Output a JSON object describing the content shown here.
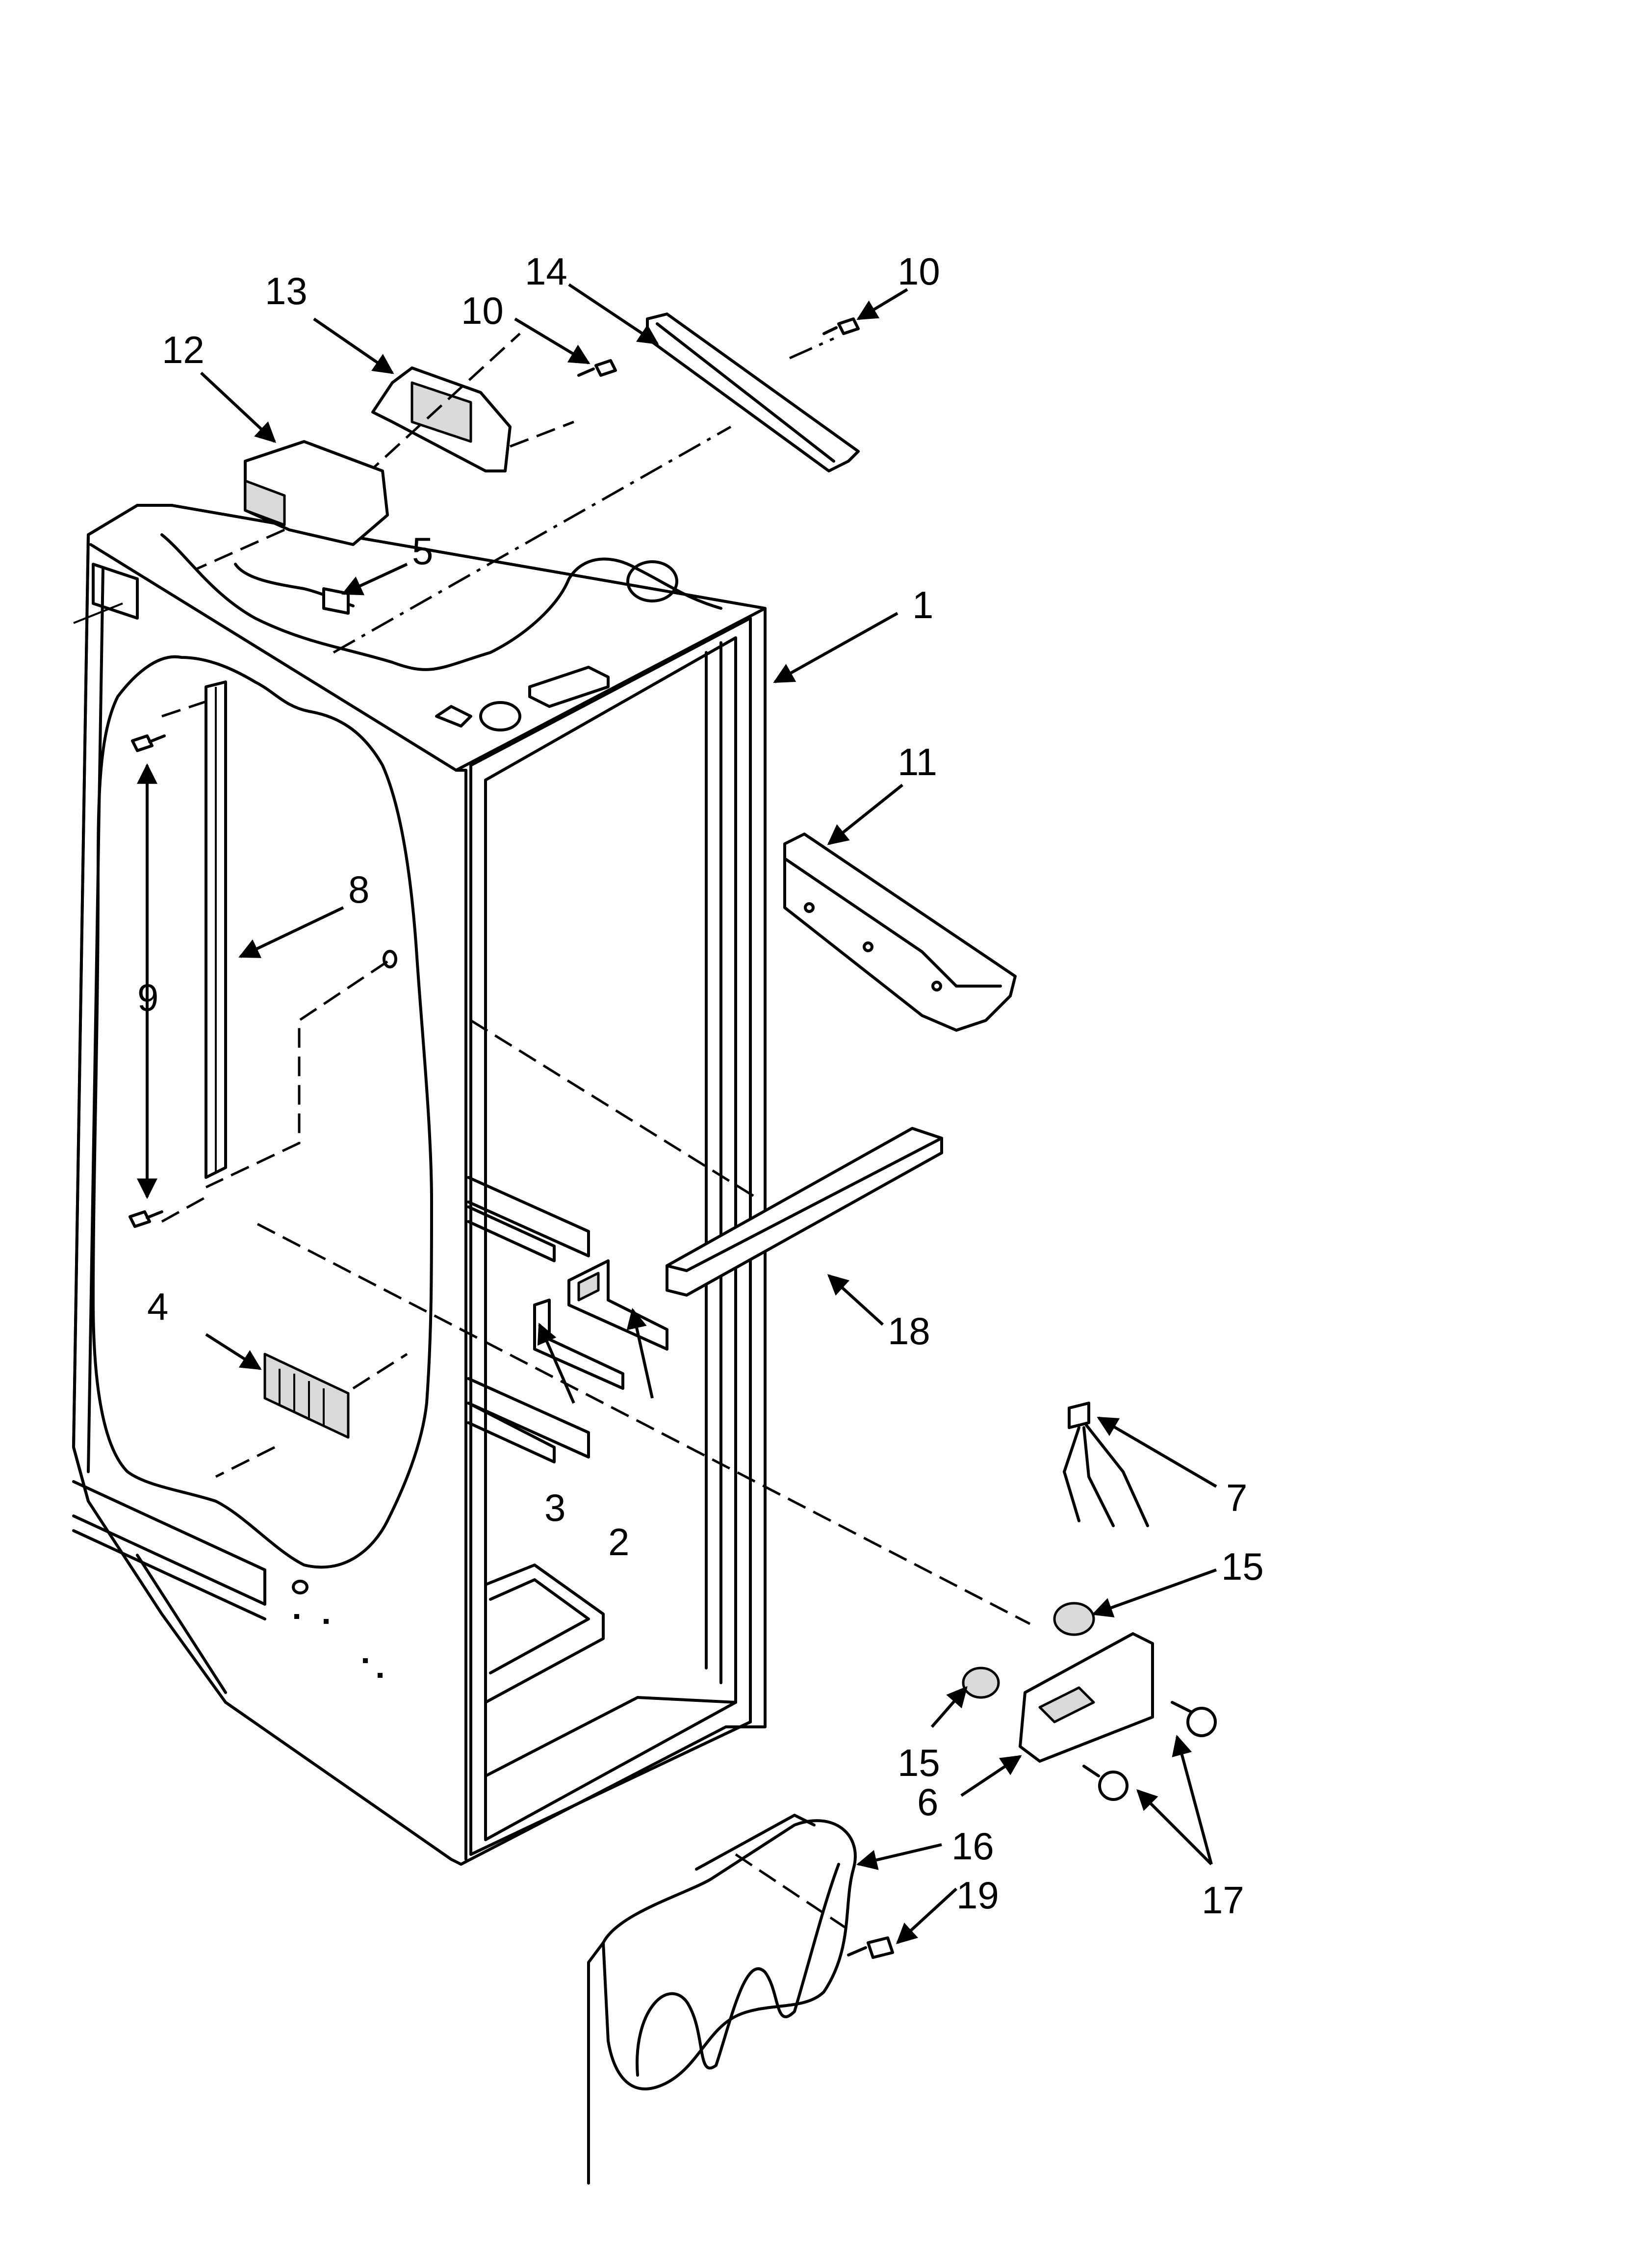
{
  "callouts": [
    {
      "id": "1",
      "label": "1"
    },
    {
      "id": "2",
      "label": "2"
    },
    {
      "id": "3",
      "label": "3"
    },
    {
      "id": "4",
      "label": "4"
    },
    {
      "id": "5",
      "label": "5"
    },
    {
      "id": "6",
      "label": "6"
    },
    {
      "id": "7",
      "label": "7"
    },
    {
      "id": "8",
      "label": "8"
    },
    {
      "id": "9",
      "label": "9"
    },
    {
      "id": "10a",
      "label": "10"
    },
    {
      "id": "10b",
      "label": "10"
    },
    {
      "id": "11",
      "label": "11"
    },
    {
      "id": "12",
      "label": "12"
    },
    {
      "id": "13",
      "label": "13"
    },
    {
      "id": "14",
      "label": "14"
    },
    {
      "id": "15a",
      "label": "15"
    },
    {
      "id": "15b",
      "label": "15"
    },
    {
      "id": "16",
      "label": "16"
    },
    {
      "id": "17",
      "label": "17"
    },
    {
      "id": "18",
      "label": "18"
    },
    {
      "id": "19",
      "label": "19"
    }
  ]
}
